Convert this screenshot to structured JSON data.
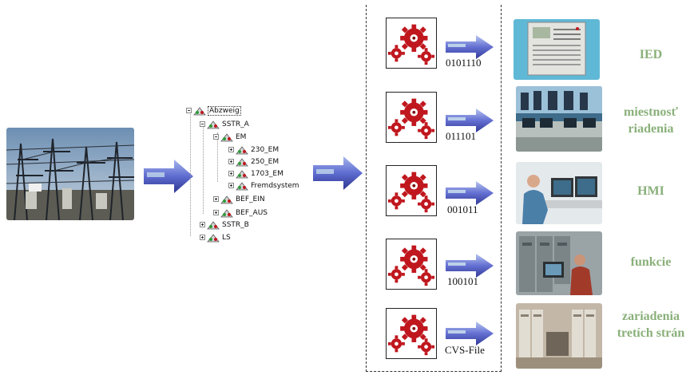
{
  "tree": {
    "root": "Abzweig",
    "sstr_a": "SSTR_A",
    "em": "EM",
    "em_children": [
      "230_EM",
      "250_EM",
      "1703_EM",
      "Fremdsystem"
    ],
    "bef_ein": "BEF_EIN",
    "bef_aus": "BEF_AUS",
    "sstr_b": "SSTR_B",
    "ls": "LS"
  },
  "outputs": [
    {
      "code": "0101110",
      "label": "IED"
    },
    {
      "code": "011101",
      "label": "miestnosť riadenia"
    },
    {
      "code": "001011",
      "label": "HMI"
    },
    {
      "code": "100101",
      "label": "funkcie"
    },
    {
      "code": "CVS-File",
      "label": "zariadenia tretích strán"
    }
  ],
  "colors": {
    "label": "#8ab07a",
    "arrow": "#5560c8",
    "gear": "#c0171e"
  }
}
